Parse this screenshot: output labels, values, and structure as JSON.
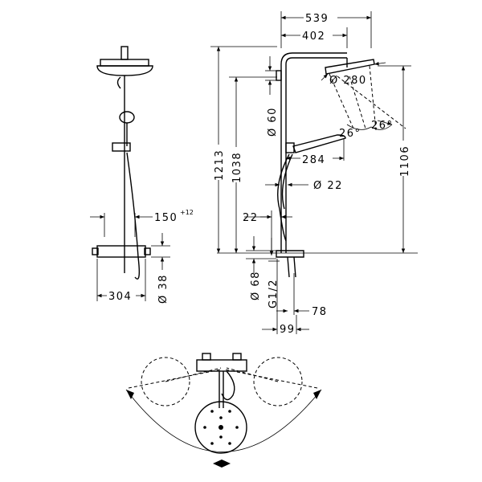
{
  "dimensions": {
    "d539": "539",
    "d402": "402",
    "d280": "Ø 280",
    "d60": "Ø 60",
    "d1213": "1213",
    "d1038": "1038",
    "d1106": "1106",
    "d26a": "26°",
    "d26b": "26°",
    "d284": "284",
    "d22dia": "Ø 22",
    "d22": "22",
    "d150": "150",
    "d150sup": "+12",
    "d304": "304",
    "d38": "Ø 38",
    "d68": "Ø 68",
    "dG12": "G1/2",
    "d78": "78",
    "d99": "99"
  }
}
